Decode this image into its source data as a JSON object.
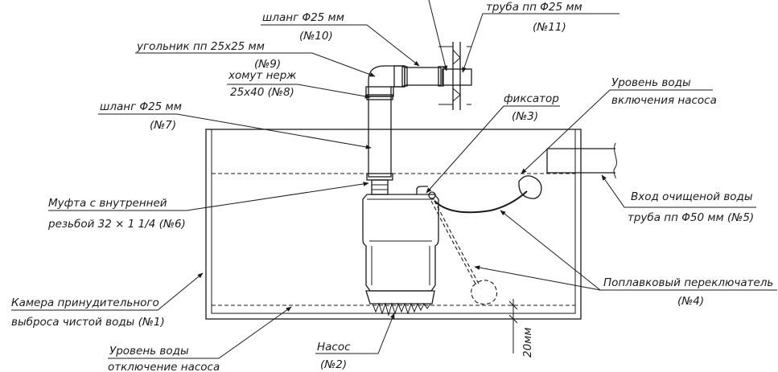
{
  "labels": {
    "hose_top": "шланг   Φ25 мм",
    "hose_top_no": "(№10)",
    "pipe_top": "труба пп Φ25 мм",
    "pipe_top_no": "(№11)",
    "elbow": "угольник пп    25х25  мм",
    "elbow_no": "(№9)",
    "clamp": "хомут нерж",
    "clamp_size": "25х40 (№8)",
    "hose_left": "шланг  Φ25 мм",
    "hose_left_no": "(№7)",
    "fixator": "фиксатор",
    "fixator_no": "(№3)",
    "level_on_1": "Уровень воды",
    "level_on_2": "включения насоса",
    "inlet_1": "Вход очищеной воды",
    "inlet_2": "труба  пп Φ50 мм (№5)",
    "coupling_1": "Муфта с внутренней",
    "coupling_2": "резьбой 32 × 1  1/4  (№6)",
    "chamber_1": "Камера принудительного",
    "chamber_2": "выброса чистой воды (№1)",
    "float_1": "Поплавковый переключатель",
    "float_2": "(№4)",
    "level_off_1": "Уровень воды",
    "level_off_2": "отключение насоса",
    "pump": "Насос",
    "pump_no": "(№2)",
    "dim": "20мм"
  }
}
